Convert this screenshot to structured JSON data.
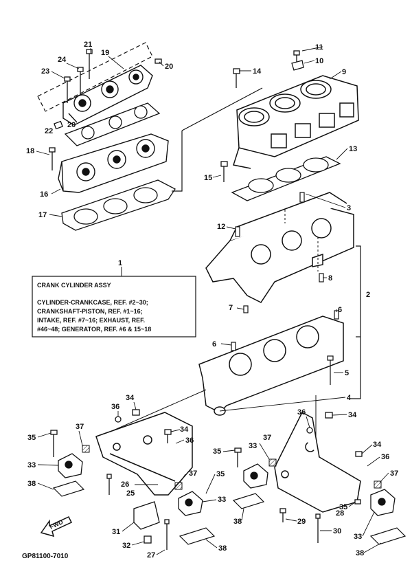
{
  "assembly_box": {
    "ref": "1",
    "title": "CRANK CYLINDER ASSY",
    "lines": [
      "CYLINDER-CRANKCASE, REF. #2~30;",
      "CRANKSHAFT-PISTON, REF. #1~16;",
      "INTAKE, REF. #7~16; EXHAUST, REF.",
      "#46~48; GENERATOR, REF. #6 & 15~18"
    ]
  },
  "fwd_label": "FWD",
  "figure_code": "GP81100-7010",
  "callouts": [
    {
      "id": "c21",
      "text": "21"
    },
    {
      "id": "c19",
      "text": "19"
    },
    {
      "id": "c24",
      "text": "24"
    },
    {
      "id": "c20a",
      "text": "20"
    },
    {
      "id": "c23",
      "text": "23"
    },
    {
      "id": "c20b",
      "text": "20"
    },
    {
      "id": "c22",
      "text": "22"
    },
    {
      "id": "c18",
      "text": "18"
    },
    {
      "id": "c16",
      "text": "16"
    },
    {
      "id": "c17",
      "text": "17"
    },
    {
      "id": "c11",
      "text": "11"
    },
    {
      "id": "c10",
      "text": "10"
    },
    {
      "id": "c14",
      "text": "14"
    },
    {
      "id": "c9",
      "text": "9"
    },
    {
      "id": "c13",
      "text": "13"
    },
    {
      "id": "c15",
      "text": "15"
    },
    {
      "id": "c3",
      "text": "3"
    },
    {
      "id": "c12",
      "text": "12"
    },
    {
      "id": "c1",
      "text": "1"
    },
    {
      "id": "c8",
      "text": "8"
    },
    {
      "id": "c2",
      "text": "2"
    },
    {
      "id": "c7",
      "text": "7"
    },
    {
      "id": "c6a",
      "text": "6"
    },
    {
      "id": "c6b",
      "text": "6"
    },
    {
      "id": "c5",
      "text": "5"
    },
    {
      "id": "c4",
      "text": "4"
    },
    {
      "id": "c34a",
      "text": "34"
    },
    {
      "id": "c36a",
      "text": "36"
    },
    {
      "id": "c36b",
      "text": "36"
    },
    {
      "id": "c34b",
      "text": "34"
    },
    {
      "id": "c35a",
      "text": "35"
    },
    {
      "id": "c37a",
      "text": "37"
    },
    {
      "id": "c34c",
      "text": "34"
    },
    {
      "id": "c36c",
      "text": "36"
    },
    {
      "id": "c37b",
      "text": "37"
    },
    {
      "id": "c35b",
      "text": "35"
    },
    {
      "id": "c33a",
      "text": "33"
    },
    {
      "id": "c34d",
      "text": "34"
    },
    {
      "id": "c36d",
      "text": "36"
    },
    {
      "id": "c26",
      "text": "26"
    },
    {
      "id": "c37c",
      "text": "37"
    },
    {
      "id": "c35c",
      "text": "35"
    },
    {
      "id": "c33b",
      "text": "33"
    },
    {
      "id": "c38a",
      "text": "38"
    },
    {
      "id": "c25",
      "text": "25"
    },
    {
      "id": "c33c",
      "text": "33"
    },
    {
      "id": "c37d",
      "text": "37"
    },
    {
      "id": "c38b",
      "text": "38"
    },
    {
      "id": "c31",
      "text": "31"
    },
    {
      "id": "c29",
      "text": "29"
    },
    {
      "id": "c28",
      "text": "28"
    },
    {
      "id": "c35d",
      "text": "35"
    },
    {
      "id": "c30",
      "text": "30"
    },
    {
      "id": "c32",
      "text": "32"
    },
    {
      "id": "c27",
      "text": "27"
    },
    {
      "id": "c38c",
      "text": "38"
    },
    {
      "id": "c33d",
      "text": "33"
    },
    {
      "id": "c38d",
      "text": "38"
    }
  ]
}
